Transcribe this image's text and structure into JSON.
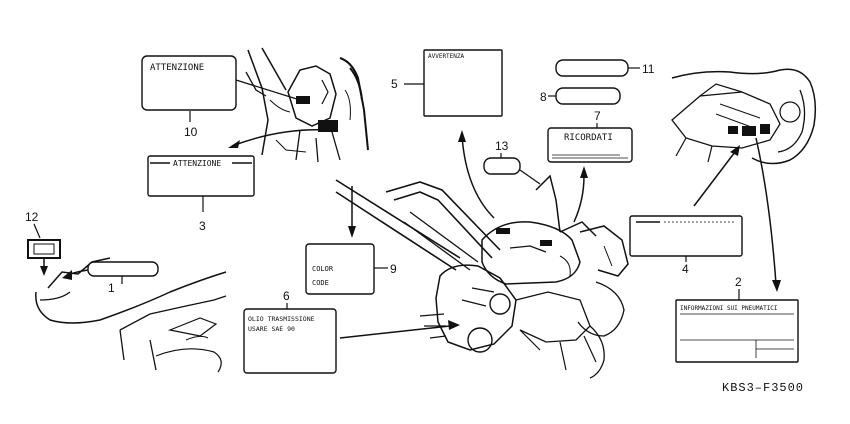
{
  "figure_code": "KBS3–F3500",
  "callouts": {
    "c1": "1",
    "c2": "2",
    "c3": "3",
    "c4": "4",
    "c5": "5",
    "c6": "6",
    "c7": "7",
    "c8": "8",
    "c9": "9",
    "c10": "10",
    "c11": "11",
    "c12": "12",
    "c13": "13"
  },
  "labels": {
    "label10_title": "ATTENZIONE",
    "label3_title": "ATTENZIONE",
    "label5_title": "AVVERTENZA",
    "label7_title": "RICORDATI",
    "label9_line1": "COLOR",
    "label9_line2": "CODE",
    "label6_line1": "OLIO TRASMISSIONE",
    "label6_line2": "USARE SAE 90",
    "label2_title": "INFORMAZIONI SUI PNEUMATICI"
  }
}
